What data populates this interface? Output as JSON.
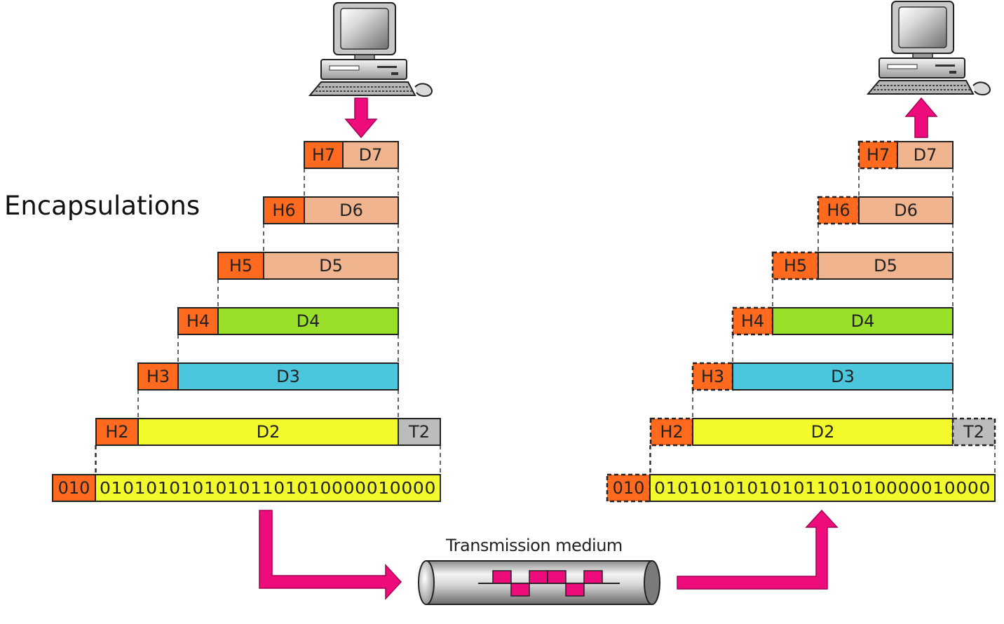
{
  "title": "Encapsulations",
  "medium_label": "Transmission medium",
  "layers": [
    {
      "header": "H7",
      "data": "D7"
    },
    {
      "header": "H6",
      "data": "D6"
    },
    {
      "header": "H5",
      "data": "D5"
    },
    {
      "header": "H4",
      "data": "D4"
    },
    {
      "header": "H3",
      "data": "D3"
    },
    {
      "header": "H2",
      "data": "D2",
      "trailer": "T2"
    }
  ],
  "physical": {
    "header": "010",
    "bits": "01010101010101101010000010000"
  },
  "colors": {
    "header": "#ff6a1f",
    "app_data": "#f0b48e",
    "d4": "#99e02a",
    "d3": "#4cc6dd",
    "d2": "#f2fa2c",
    "bits": "#f2fa2c",
    "trailer": "#bcbcbc",
    "arrow": "#ee0b7c"
  }
}
